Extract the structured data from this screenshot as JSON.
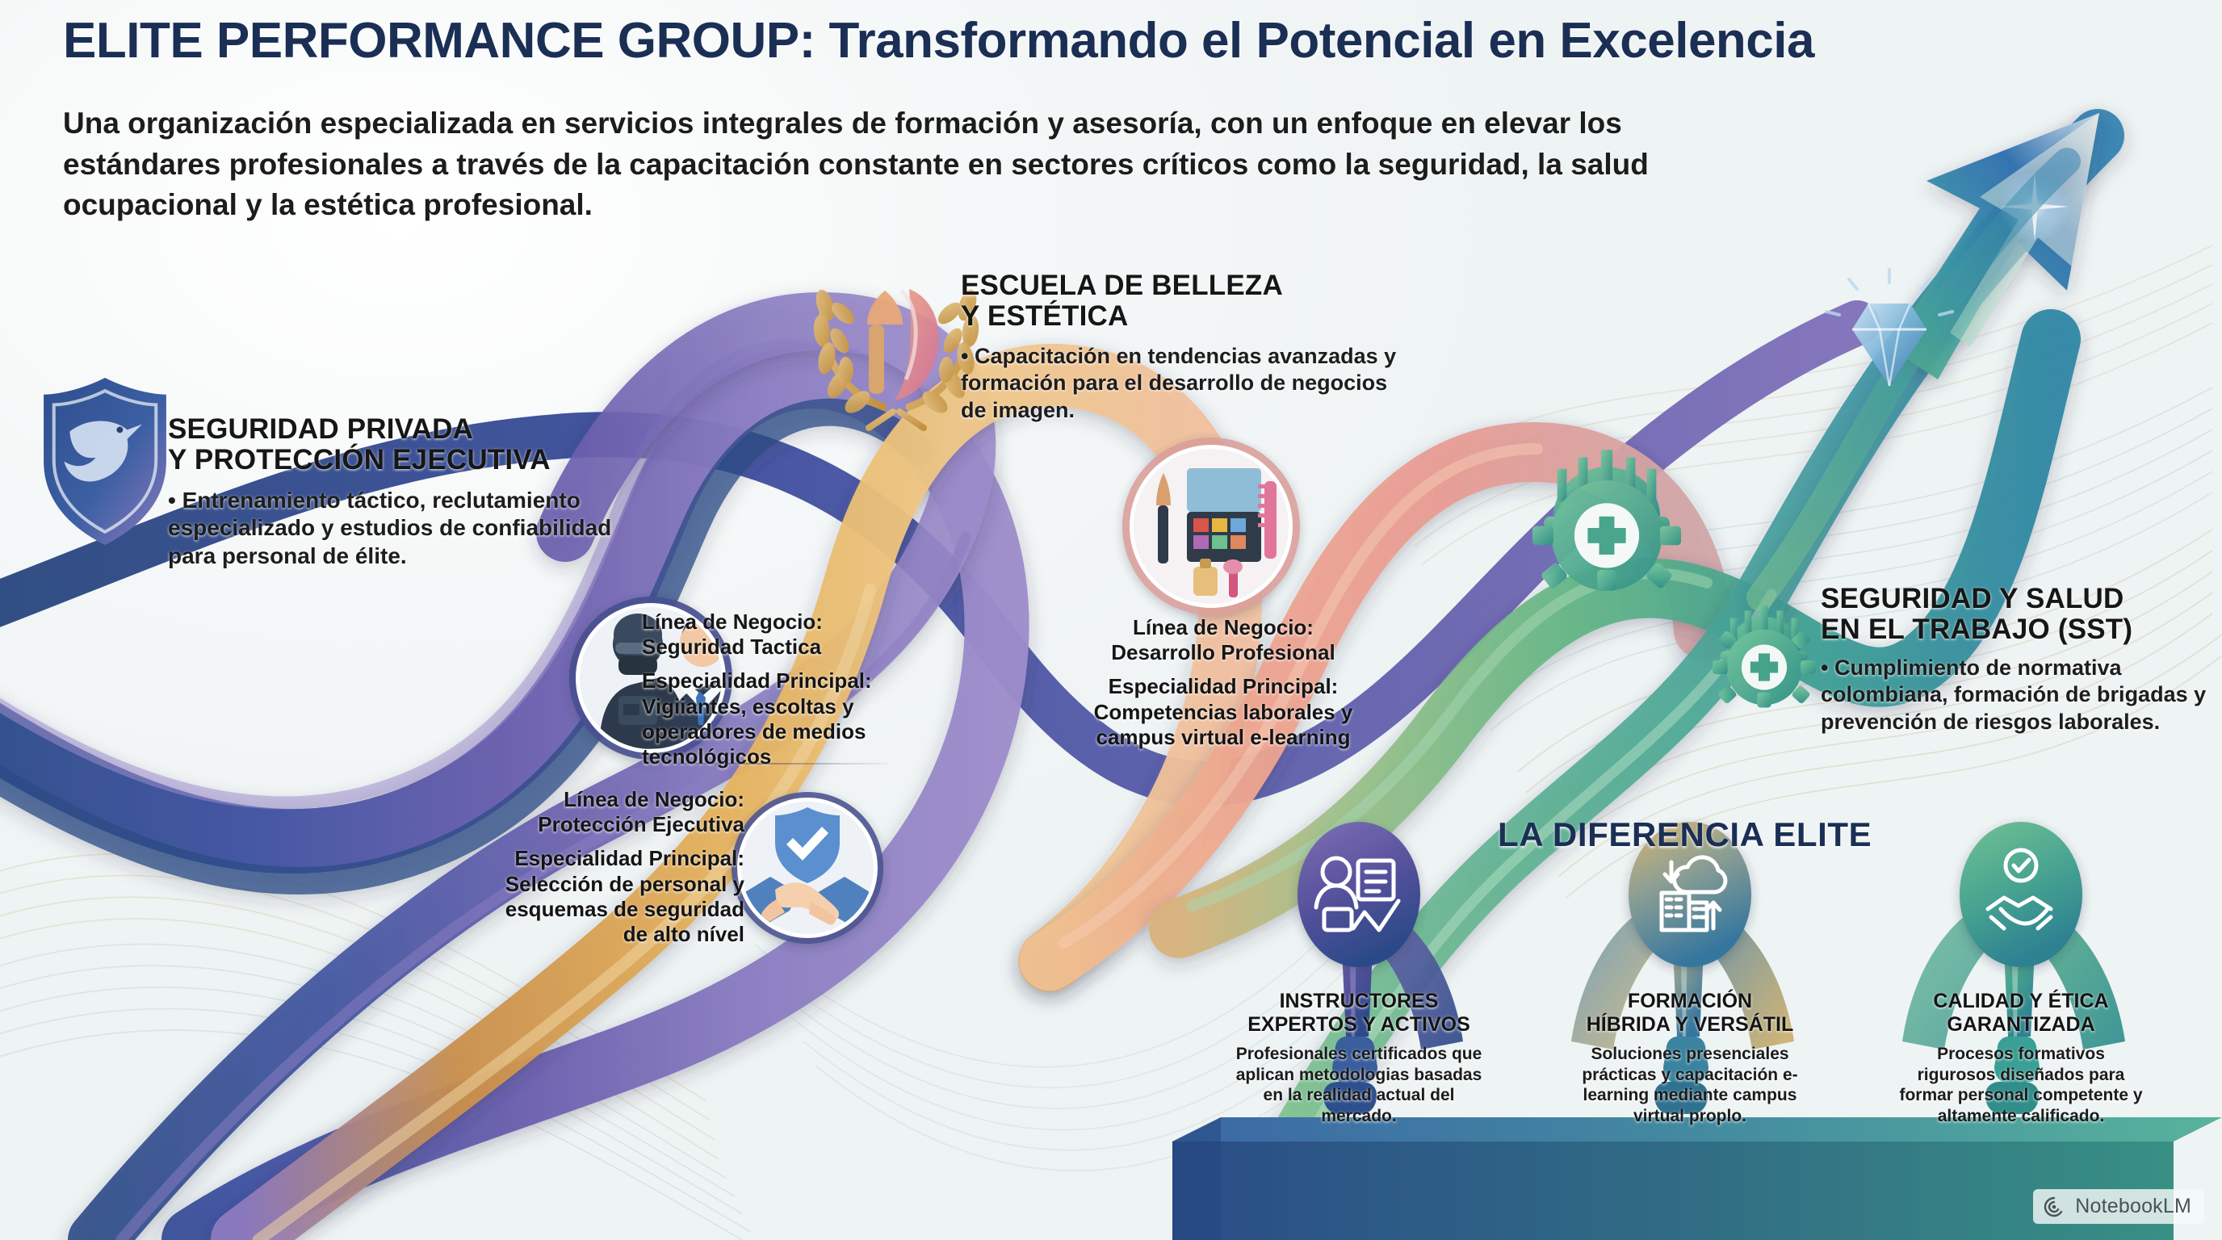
{
  "header": {
    "title_lead": "ELITE PERFORMANCE GROUP:",
    "title_rest": " Transformando el Potencial en Excelencia",
    "subtitle": "Una organización especializada en servicios integrales de formación y asesoría, con un enfoque en elevar los estándares profesionales a través de la capacitación constante en sectores críticos como la seguridad, la salud ocupacional y la estética profesional."
  },
  "sections": [
    {
      "id": "seguridad-privada",
      "icon": "eagle-shield-icon",
      "heading": "SEGURIDAD PRIVADA\nY PROTECCIÓN EJECUTIVA",
      "body": "• Entrenamiento táctico, reclutamiento especializado y estudios de confiabilidad para personal de élite.",
      "accent": "#3d4a8f"
    },
    {
      "id": "escuela-belleza",
      "icon": "beauty-laurel-icon",
      "heading": "ESCUELA DE BELLEZA\nY ESTÉTICA",
      "body": "• Capacitación en tendencias avanzadas y formación para el desarrollo de negocios de imagen.",
      "accent": "#d6a05a"
    },
    {
      "id": "seguridad-salud-trabajo",
      "icon": "helmet-gear-icon",
      "heading": "SEGURIDAD Y SALUD\nEN EL TRABAJO (SST)",
      "body": "• Cumplimiento de normativa colombiana, formación de brigadas y prevención de riesgos laborales.",
      "accent": "#4aa58a"
    }
  ],
  "business_lines": [
    {
      "id": "seguridad-tactica",
      "icon": "guards-pair-icon",
      "line_label": "Línea de Negocio:",
      "line_value": "Seguridad Tactica",
      "spec_label": "Especialidad Principal:",
      "spec_value": "Vigiiantes, escoltas y operadores de medios tecnológicos"
    },
    {
      "id": "proteccion-ejecutiva",
      "icon": "handshake-shield-icon",
      "line_label": "Línea de Negocio:",
      "line_value": "Protección Ejecutiva",
      "spec_label": "Especialidad Principal:",
      "spec_value": "Selección de personal y esquemas de seguridad de alto nível"
    },
    {
      "id": "desarrollo-profesional",
      "icon": "makeup-kit-icon",
      "line_label": "Línea de Negocio:",
      "line_value": "Desarrollo Profesional",
      "spec_label": "Especialidad Principal:",
      "spec_value": "Competencias laborales y campus virtual e-learning"
    }
  ],
  "difference": {
    "title": "LA DIFERENCIA ELITE",
    "pillars": [
      {
        "id": "instructores",
        "icon": "instructor-board-icon",
        "heading": "INSTRUCTORES\nEXPERTOS Y ACTIVOS",
        "body": "Profesionales certificados que aplican metodologias basadas en la realidad actual del mercado.",
        "color_top": "#6b5ea8",
        "color_bottom": "#2f4b86"
      },
      {
        "id": "formacion-hibrida",
        "icon": "cloud-building-icon",
        "heading": "FORMACIÓN\nHÍBRIDA Y VERSÁTIL",
        "body": "Soluciones presenciales prácticas y capacitación e-learning mediante campus virtual proplo.",
        "color_top": "#cfae68",
        "color_bottom": "#3e7fa3"
      },
      {
        "id": "calidad-etica",
        "icon": "handshake-check-icon",
        "heading": "CALIDAD Y ÉTICA\nGARANTIZADA",
        "body": "Procesos formativos rigurosos diseñados para formar personal competente y altamente calificado.",
        "color_top": "#5eb687",
        "color_bottom": "#2f8d8a"
      }
    ],
    "podium_gradient": [
      "#2e5392",
      "#3d9b8e"
    ]
  },
  "decor": {
    "arrow_icon": "upward-arrow",
    "diamond_icon": "diamond-icon",
    "gear_helmet_icon": "helmet-gear-icon"
  },
  "watermark": {
    "icon": "notebooklm-icon",
    "label": "NotebookLM"
  },
  "palette": {
    "title": "#1b2f55",
    "text": "#161616",
    "background": "#f2f5f5",
    "ribbon_blue": "#3d4a8f",
    "ribbon_purple": "#7a6bb0",
    "ribbon_gold": "#d9a23f",
    "ribbon_coral": "#eba48c",
    "ribbon_green": "#6cbb8a",
    "ribbon_teal": "#2f8d9e"
  }
}
